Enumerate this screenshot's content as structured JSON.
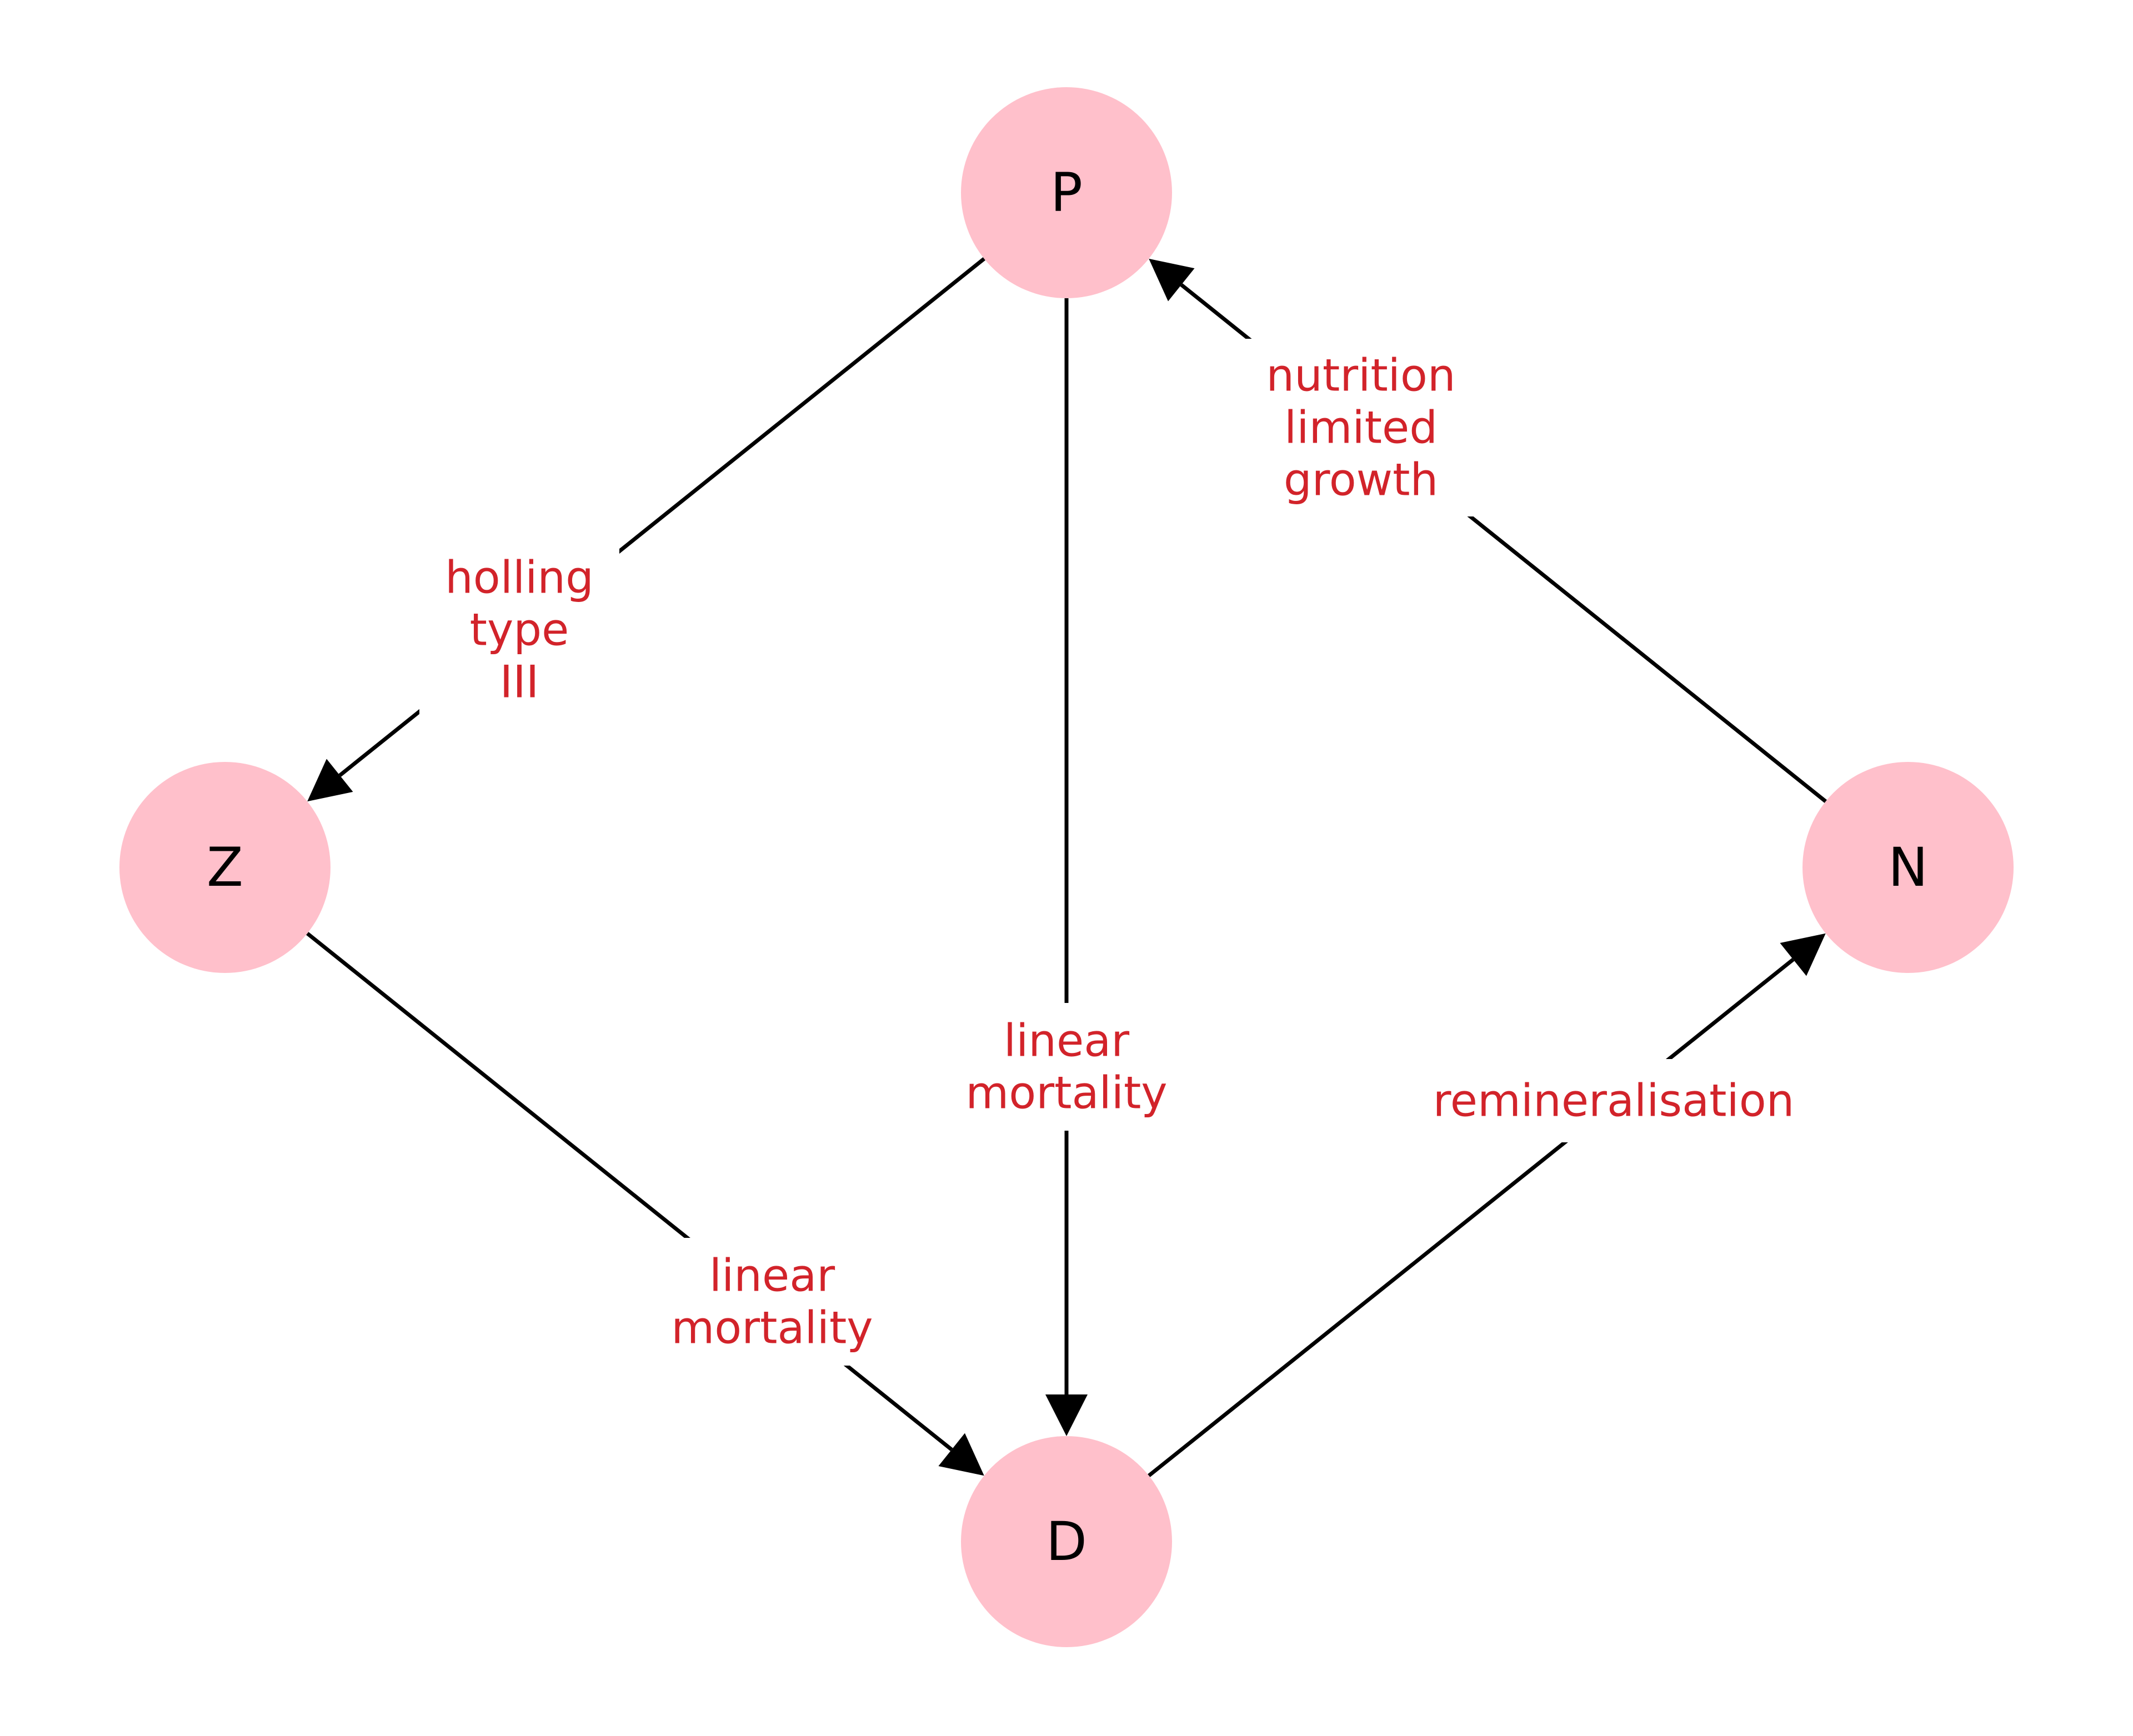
{
  "colors": {
    "node_fill": "#FFC0CB",
    "node_text": "#000000",
    "edge": "#000000",
    "edge_label": "#D2232A",
    "background": "#FFFFFF"
  },
  "nodes": [
    {
      "id": "P",
      "label": "P"
    },
    {
      "id": "Z",
      "label": "Z"
    },
    {
      "id": "N",
      "label": "N"
    },
    {
      "id": "D",
      "label": "D"
    }
  ],
  "edges": [
    {
      "id": "P-Z",
      "from": "P",
      "to": "Z",
      "label": [
        "holling",
        "type",
        "III"
      ]
    },
    {
      "id": "P-D",
      "from": "P",
      "to": "D",
      "label": [
        "linear",
        "mortality"
      ]
    },
    {
      "id": "N-P",
      "from": "N",
      "to": "P",
      "label": [
        "nutrition",
        "limited",
        "growth"
      ]
    },
    {
      "id": "Z-D",
      "from": "Z",
      "to": "D",
      "label": [
        "linear",
        "mortality"
      ]
    },
    {
      "id": "D-N",
      "from": "D",
      "to": "N",
      "label": [
        "remineralisation"
      ]
    }
  ]
}
